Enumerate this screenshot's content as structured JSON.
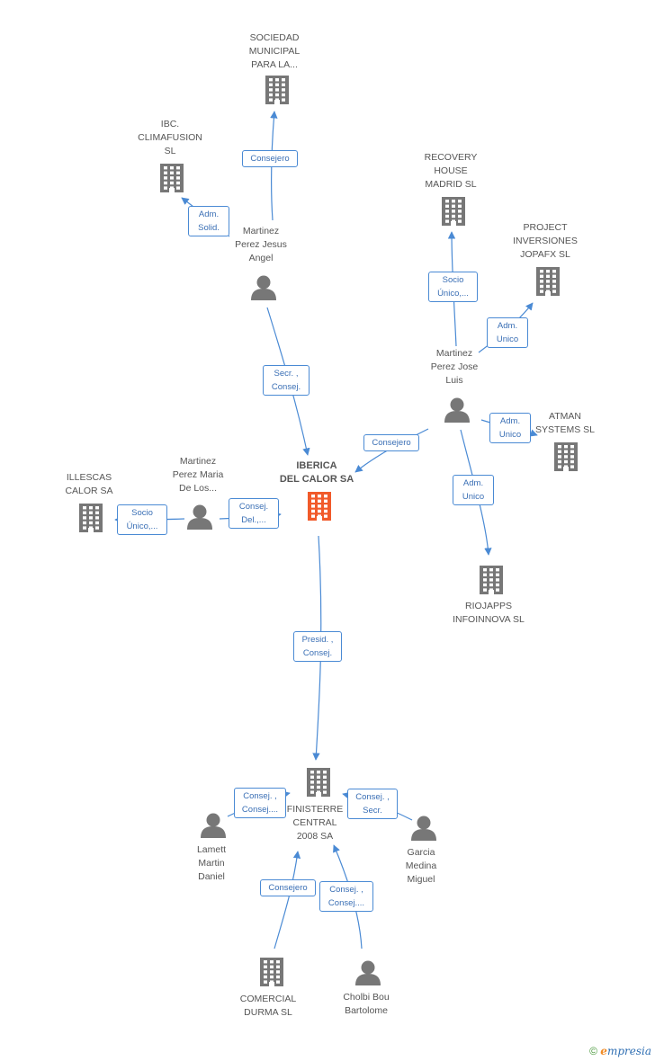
{
  "nodes": [
    {
      "id": "sociedad",
      "type": "company",
      "label": "SOCIEDAD\nMUNICIPAL\nPARA LA..."
    },
    {
      "id": "ibc",
      "type": "company",
      "label": "IBC.\nCLIMAFUSION\nSL"
    },
    {
      "id": "recovery",
      "type": "company",
      "label": "RECOVERY\nHOUSE\nMADRID SL"
    },
    {
      "id": "project",
      "type": "company",
      "label": "PROJECT\nINVERSIONES\nJOPAFX SL"
    },
    {
      "id": "mpja",
      "type": "person",
      "label": "Martinez\nPerez Jesus\nAngel"
    },
    {
      "id": "mpjl",
      "type": "person",
      "label": "Martinez\nPerez Jose\nLuis"
    },
    {
      "id": "atman",
      "type": "company",
      "label": "ATMAN\nSYSTEMS SL"
    },
    {
      "id": "iberica",
      "type": "company",
      "label": "IBERICA\nDEL CALOR SA",
      "highlight": true
    },
    {
      "id": "illescas",
      "type": "company",
      "label": "ILLESCAS\nCALOR SA"
    },
    {
      "id": "mpmd",
      "type": "person",
      "label": "Martinez\nPerez Maria\nDe Los..."
    },
    {
      "id": "riojapps",
      "type": "company",
      "label": "RIOJAPPS\nINFOINNOVA SL"
    },
    {
      "id": "finisterre",
      "type": "company",
      "label": "FINISTERRE\nCENTRAL\n2008 SA"
    },
    {
      "id": "lamett",
      "type": "person",
      "label": "Lamett\nMartin\nDaniel"
    },
    {
      "id": "garcia",
      "type": "person",
      "label": "Garcia\nMedina\nMiguel"
    },
    {
      "id": "comercial",
      "type": "company",
      "label": "COMERCIAL\nDURMA SL"
    },
    {
      "id": "cholbi",
      "type": "person",
      "label": "Cholbi Bou\nBartolome"
    }
  ],
  "edges": [
    {
      "from": "mpja",
      "to": "sociedad",
      "label": "Consejero"
    },
    {
      "from": "mpja",
      "to": "ibc",
      "label": "Adm.\nSolid."
    },
    {
      "from": "mpja",
      "to": "iberica",
      "label": "Secr. ,\nConsej."
    },
    {
      "from": "mpjl",
      "to": "recovery",
      "label": "Socio\nÚnico,..."
    },
    {
      "from": "mpjl",
      "to": "project",
      "label": "Adm.\nUnico"
    },
    {
      "from": "mpjl",
      "to": "atman",
      "label": "Adm.\nUnico"
    },
    {
      "from": "mpjl",
      "to": "iberica",
      "label": "Consejero"
    },
    {
      "from": "mpjl",
      "to": "riojapps",
      "label": "Adm.\nUnico"
    },
    {
      "from": "mpmd",
      "to": "illescas",
      "label": "Socio\nÚnico,..."
    },
    {
      "from": "mpmd",
      "to": "iberica",
      "label": "Consej.\nDel.,..."
    },
    {
      "from": "iberica",
      "to": "finisterre",
      "label": "Presid. ,\nConsej."
    },
    {
      "from": "lamett",
      "to": "finisterre",
      "label": "Consej. ,\nConsej...."
    },
    {
      "from": "garcia",
      "to": "finisterre",
      "label": "Consej. ,\nSecr."
    },
    {
      "from": "comercial",
      "to": "finisterre",
      "label": "Consejero"
    },
    {
      "from": "cholbi",
      "to": "finisterre",
      "label": "Consej. ,\nConsej...."
    }
  ],
  "colors": {
    "edge": "#4a8ad4",
    "company": "#777777",
    "highlight": "#f15a2a",
    "person": "#777777"
  },
  "footer": {
    "copyright": "©",
    "brand_e": "e",
    "brand_rest": "mpresia"
  }
}
